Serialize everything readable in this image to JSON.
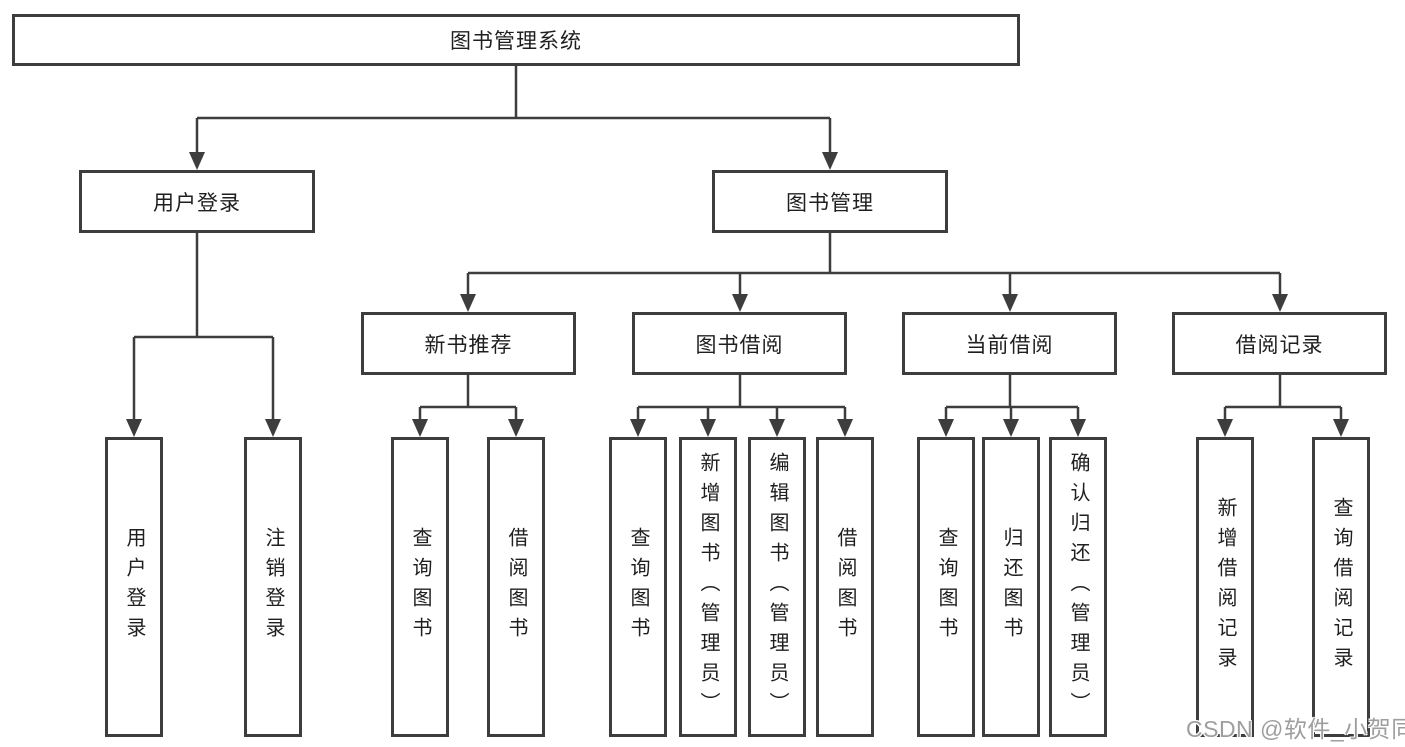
{
  "diagram": {
    "title": "图书管理系统",
    "branches": {
      "user_login": {
        "label": "用户登录",
        "children": [
          "用户登录",
          "注销登录"
        ]
      },
      "book_management": {
        "label": "图书管理",
        "sections": {
          "new_book_recommend": {
            "label": "新书推荐",
            "children": [
              "查询图书",
              "借阅图书"
            ]
          },
          "book_borrowing": {
            "label": "图书借阅",
            "children": [
              "查询图书",
              "新增图书（管理员）",
              "编辑图书（管理员）",
              "借阅图书"
            ]
          },
          "current_borrowing": {
            "label": "当前借阅",
            "children": [
              "查询图书",
              "归还图书",
              "确认归还（管理员）"
            ]
          },
          "borrowing_records": {
            "label": "借阅记录",
            "children": [
              "新增借阅记录",
              "查询借阅记录"
            ]
          }
        }
      }
    }
  },
  "watermark": {
    "text": "CSDN @软件_小贺同学"
  },
  "colors": {
    "line": "#3d3d3d",
    "text": "#1f1f1f",
    "watermark": "#9e9e9e",
    "background": "#ffffff"
  }
}
